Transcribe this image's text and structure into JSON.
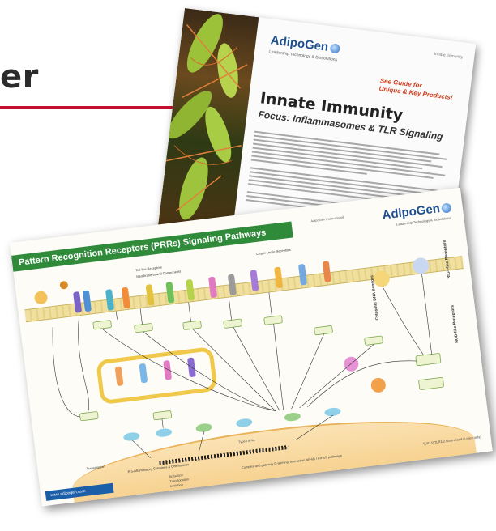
{
  "heading_fragment": "er",
  "colors": {
    "rule": "#c8102e",
    "poster_title_bar": "#2f8a3a",
    "brand_blue": "#1d4e8f"
  },
  "brochure": {
    "logo": "AdipoGen",
    "logo_tagline": "Leadership Technology & Biosolutions",
    "ref_text": "Innate Immunity",
    "highlight_line1": "See Guide for",
    "highlight_line2": "Unique & Key Products!",
    "title": "Innate Immunity",
    "subtitle": "Focus: Inflammasomes & TLR Signaling"
  },
  "poster": {
    "title": "Pattern Recognition Receptors (PRRs) Signaling Pathways",
    "logo": "AdipoGen",
    "logo_tagline": "Leadership Technology & Biosolutions",
    "address": "AdipoGen International",
    "toll_like_receptors": "Toll-like Receptors",
    "c_type_lectin_receptors": "C-type Lectin Receptors",
    "nod_like_receptors": "NOD-like Receptors",
    "rig_like_receptors": "RIG-I-like Receptors",
    "cytosolic_dna_sensors": "Cytosolic DNA Sensors",
    "membrane_label": "Membrane-bound Components",
    "inflammatory_label": "Pro-inflammatory Cytokines & Chemokines",
    "type_i_ifns": "Type I IFNs",
    "transcription": "Transcription",
    "footer_url": "www.adipogen.com",
    "legend_activation": "Activation",
    "legend_translocation": "Translocation",
    "legend_inhibition": "Inhibition",
    "legend_note": "Complex and gateway C-terminal Interaction NF-kB / IRF3/7 pathways",
    "legend_corner": "TLR1/2 TLR1/2 (Expressed in mice only)"
  }
}
